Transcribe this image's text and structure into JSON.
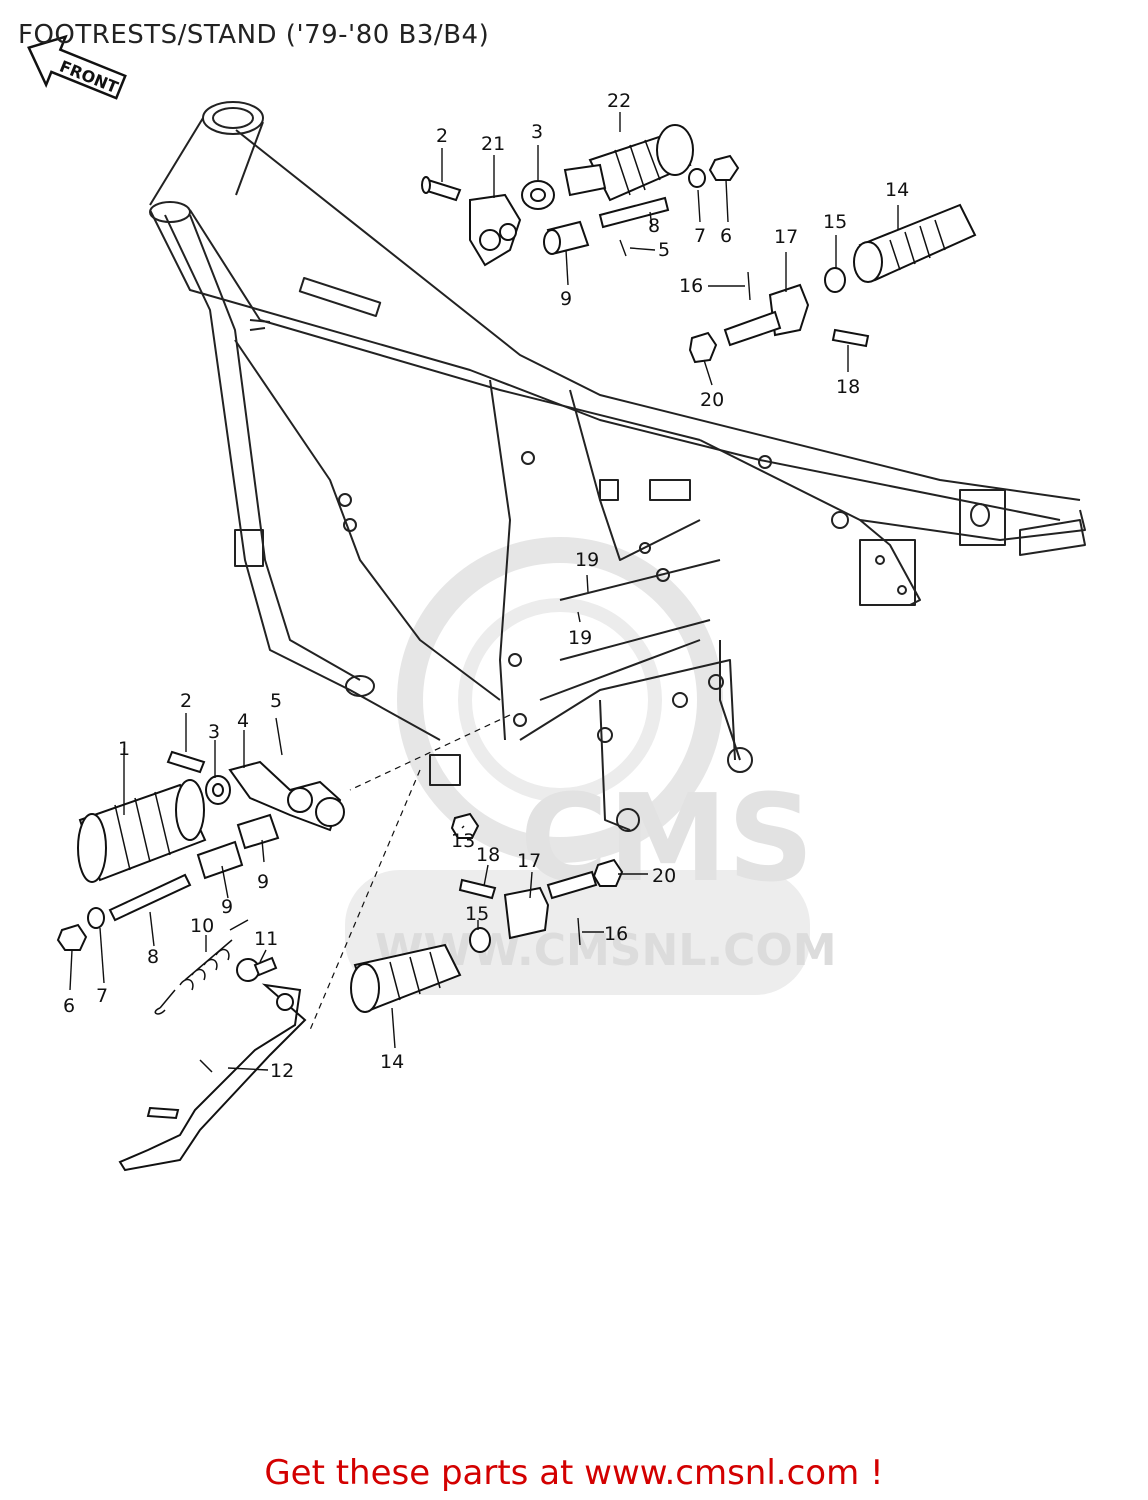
{
  "title": "FOOTRESTS/STAND ('79-'80 B3/B4)",
  "front_arrow_label": "FRONT",
  "watermark": {
    "brand": "CMS",
    "url": "WWW.CMSNL.COM",
    "color": "#e4e4e4"
  },
  "callouts": {
    "c1": "1",
    "c2a": "2",
    "c2b": "2",
    "c3a": "3",
    "c3b": "3",
    "c4": "4",
    "c5a": "5",
    "c5b": "5",
    "c6a": "6",
    "c6b": "6",
    "c7a": "7",
    "c7b": "7",
    "c8a": "8",
    "c8b": "8",
    "c9a": "9",
    "c9b": "9",
    "c9c": "9",
    "c10": "10",
    "c11": "11",
    "c12": "12",
    "c13": "13",
    "c14a": "14",
    "c14b": "14",
    "c15a": "15",
    "c15b": "15",
    "c16a": "16",
    "c16b": "16",
    "c17a": "17",
    "c17b": "17",
    "c18a": "18",
    "c18b": "18",
    "c19a": "19",
    "c19b": "19",
    "c20a": "20",
    "c20b": "20",
    "c21": "21",
    "c22": "22"
  },
  "footer": {
    "text": "Get these parts at www.cmsnl.com !",
    "color": "#d30000"
  }
}
